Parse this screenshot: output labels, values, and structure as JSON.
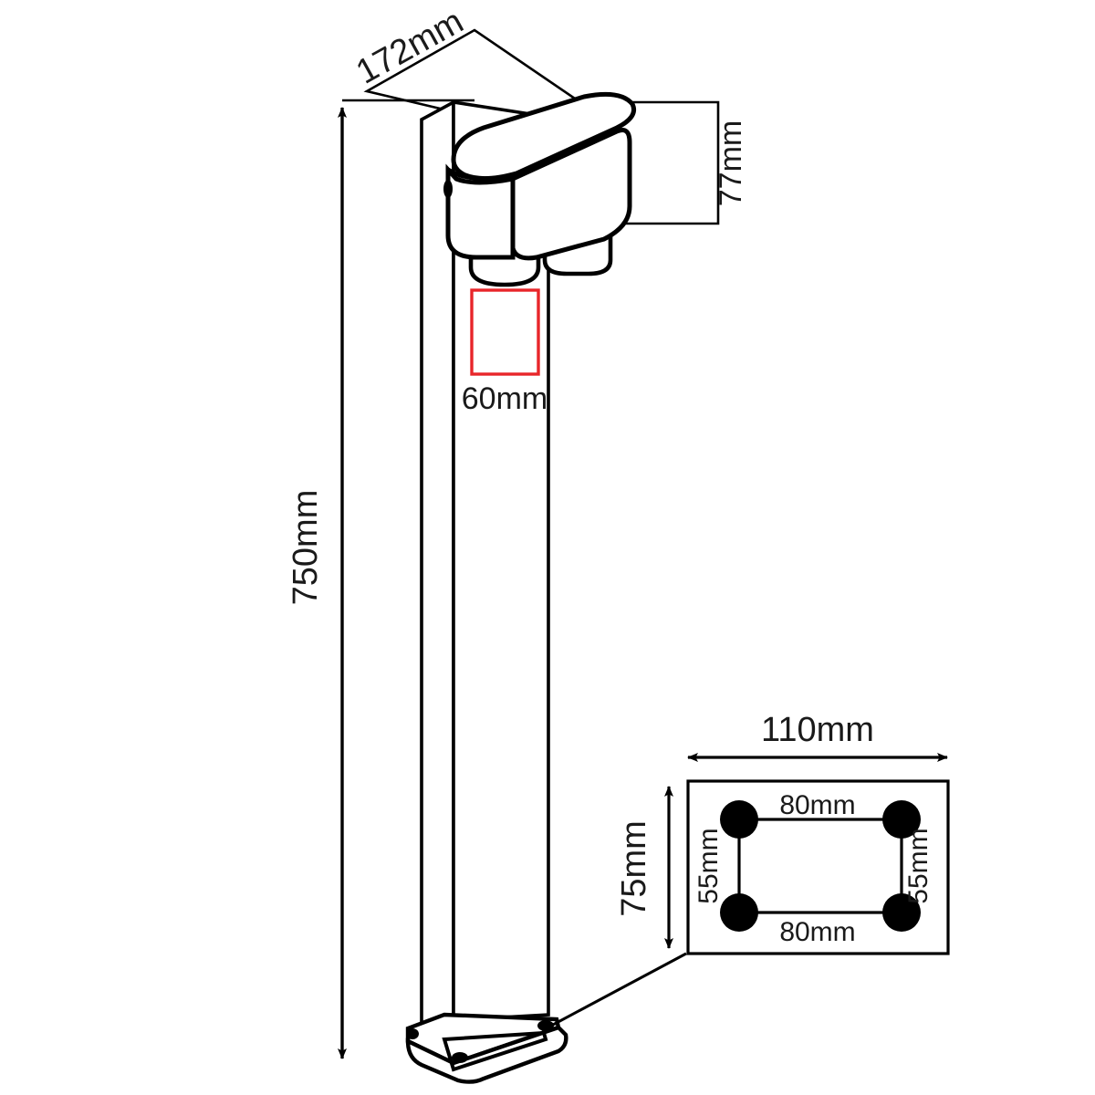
{
  "drawing": {
    "title": "Bollard Light Dimensional Drawing",
    "units": "mm",
    "line_color": "#000000",
    "highlight_color": "#e8262a",
    "background_color": "#ffffff",
    "dimensions": {
      "overall_height": "750mm",
      "head_depth": "172mm",
      "head_height": "77mm",
      "lens_width": "60mm",
      "base_width": "110mm",
      "base_depth": "75mm",
      "bolt_spacing_horizontal_top": "80mm",
      "bolt_spacing_horizontal_bottom": "80mm",
      "bolt_spacing_vertical_left": "55mm",
      "bolt_spacing_vertical_right": "55mm"
    },
    "base_detail": {
      "label": "base-plate-detail",
      "bolt_count": 4
    }
  }
}
